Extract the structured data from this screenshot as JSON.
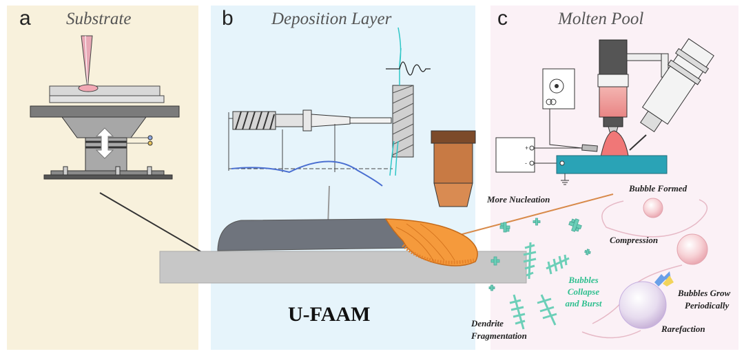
{
  "panels": {
    "a": {
      "letter": "a",
      "title": "Substrate"
    },
    "b": {
      "letter": "b",
      "title": "Deposition Layer"
    },
    "c": {
      "letter": "c",
      "title": "Molten Pool"
    }
  },
  "main_label": "U-FAAM",
  "labels": {
    "more_nucleation": "More Nucleation",
    "bubble_formed": "Bubble Formed",
    "compression": "Compression",
    "bubbles_grow_1": "Bubbles Grow",
    "bubbles_grow_2": "Periodically",
    "rarefaction": "Rarefaction",
    "collapse_1": "Bubbles",
    "collapse_2": "Collapse",
    "collapse_3": "and Burst",
    "dendrite_1": "Dendrite",
    "dendrite_2": "Fragmentation"
  },
  "colors": {
    "panel_a_bg": "#f8f1dc",
    "panel_b_bg": "#e6f4fb",
    "panel_c_bg": "#fbf1f6",
    "molten_pool": "#f59a3c",
    "dendrite": "#6ccfb8",
    "wave": "#4a6fd1",
    "nozzle": "#c87a44"
  },
  "power_supply_symbols": [
    "+",
    "-"
  ]
}
